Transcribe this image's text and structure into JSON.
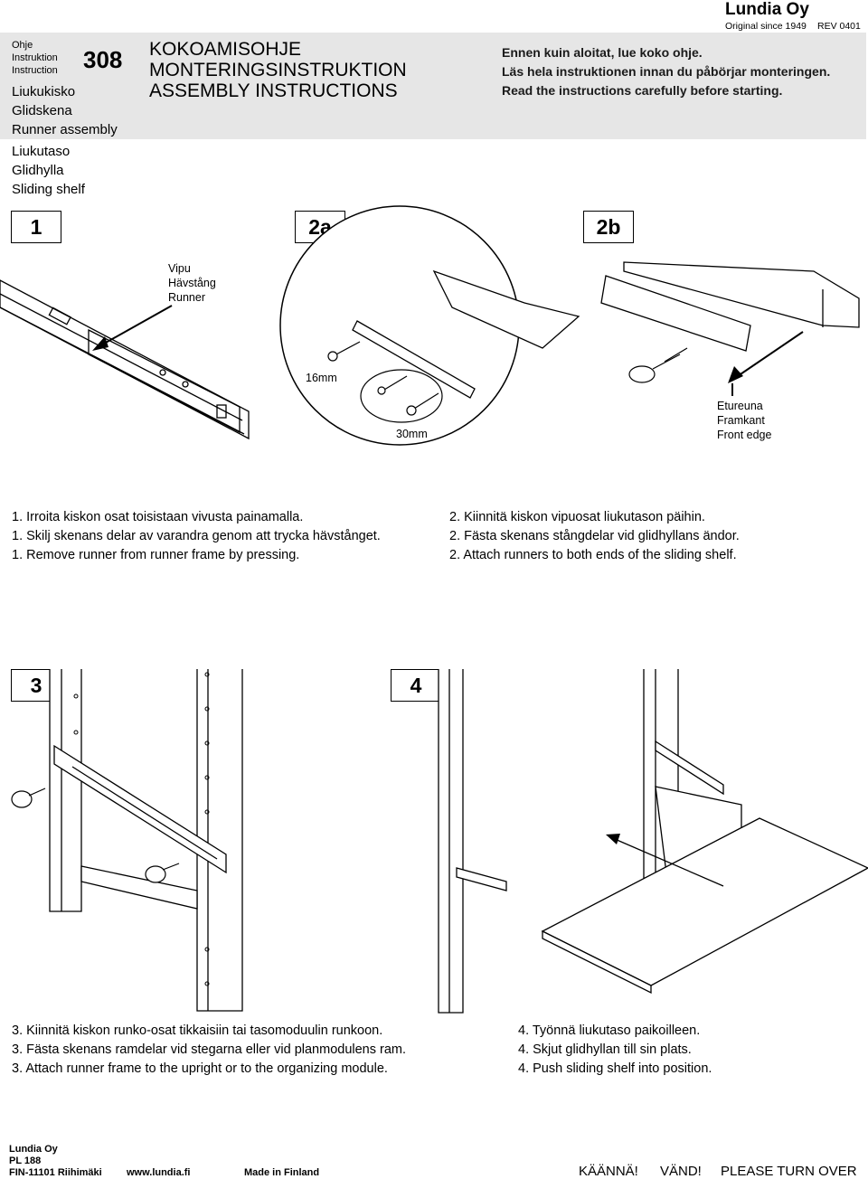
{
  "header": {
    "doc_type": [
      "Ohje",
      "Instruktion",
      "Instruction"
    ],
    "doc_number": "308",
    "product_runner": [
      "Liukukisko",
      "Glidskena",
      "Runner assembly"
    ],
    "product_shelf": [
      "Liukutaso",
      "Glidhylla",
      "Sliding shelf"
    ],
    "title": [
      "KOKOAMISOHJE",
      "MONTERINGSINSTRUKTION",
      "ASSEMBLY INSTRUCTIONS"
    ],
    "intro": [
      "Ennen kuin aloitat, lue koko ohje.",
      "Läs hela instruktionen innan du påbörjar monteringen.",
      "Read the instructions carefully before starting."
    ],
    "brand": "Lundia Oy",
    "since": "Original since 1949",
    "rev": "REV 0401"
  },
  "steps_top": {
    "labels": [
      "1",
      "2a",
      "2b"
    ],
    "runner_label": [
      "Vipu",
      "Hävstång",
      "Runner"
    ],
    "screw_16": "16mm",
    "screw_30": "30mm",
    "front_edge": [
      "Etureuna",
      "Framkant",
      "Front edge"
    ],
    "text1": [
      "1. Irroita kiskon osat toisistaan vivusta painamalla.",
      "1. Skilj skenans delar av varandra genom att trycka hävstånget.",
      "1. Remove runner from runner frame by pressing."
    ],
    "text2": [
      "2. Kiinnitä kiskon vipuosat liukutason päihin.",
      "2. Fästa skenans stångdelar vid glidhyllans ändor.",
      "2. Attach runners to both ends of the sliding shelf."
    ]
  },
  "steps_bottom": {
    "labels": [
      "3",
      "4"
    ],
    "text3": [
      "3. Kiinnitä kiskon runko-osat tikkaisiin tai tasomoduulin runkoon.",
      "3. Fästa skenans ramdelar vid stegarna eller vid planmodulens ram.",
      "3. Attach runner frame to the upright or to the organizing module."
    ],
    "text4": [
      "4. Työnnä liukutaso paikoilleen.",
      "4. Skjut glidhyllan till sin plats.",
      "4. Push sliding shelf into position."
    ]
  },
  "footer": {
    "address": [
      "Lundia Oy",
      "PL 188",
      "FIN-11101 Riihimäki"
    ],
    "web": "www.lundia.fi",
    "made": "Made in Finland",
    "turn": [
      "KÄÄNNÄ!",
      "VÄND!",
      "PLEASE TURN OVER"
    ]
  }
}
